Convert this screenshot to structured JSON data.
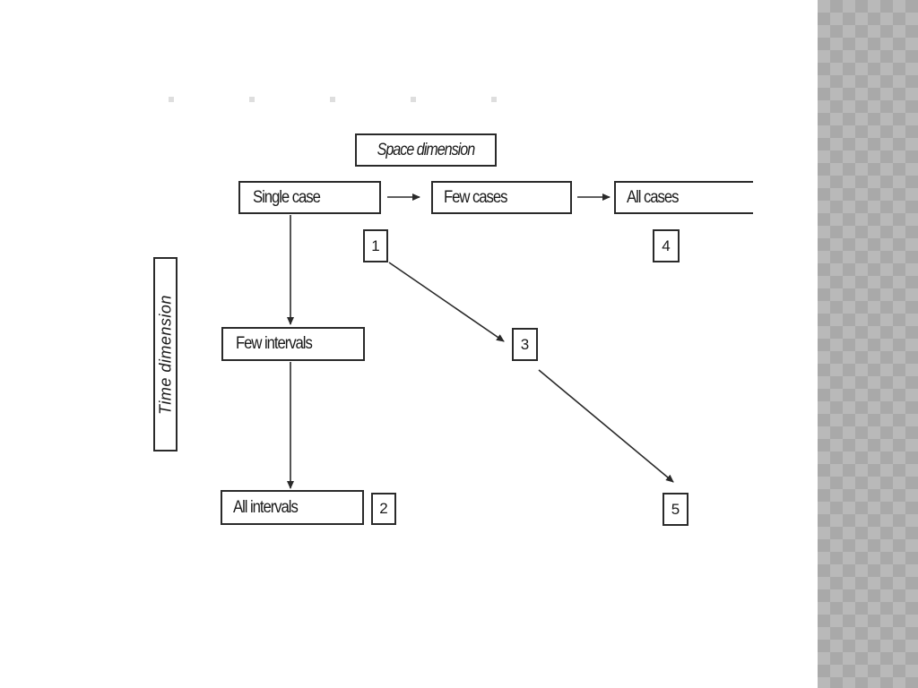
{
  "diagram": {
    "space_label": "Space dimension",
    "time_label": "Time dimension",
    "nodes": {
      "single_case": "Single case",
      "few_cases": "Few cases",
      "all_cases": "All cases",
      "few_intervals": "Few intervals",
      "all_intervals": "All intervals"
    },
    "markers": {
      "m1": "1",
      "m2": "2",
      "m3": "3",
      "m4": "4",
      "m5": "5"
    }
  },
  "colors": {
    "line": "#2a2a2a",
    "side_panel": "#b9b9b9",
    "background": "#ffffff"
  }
}
